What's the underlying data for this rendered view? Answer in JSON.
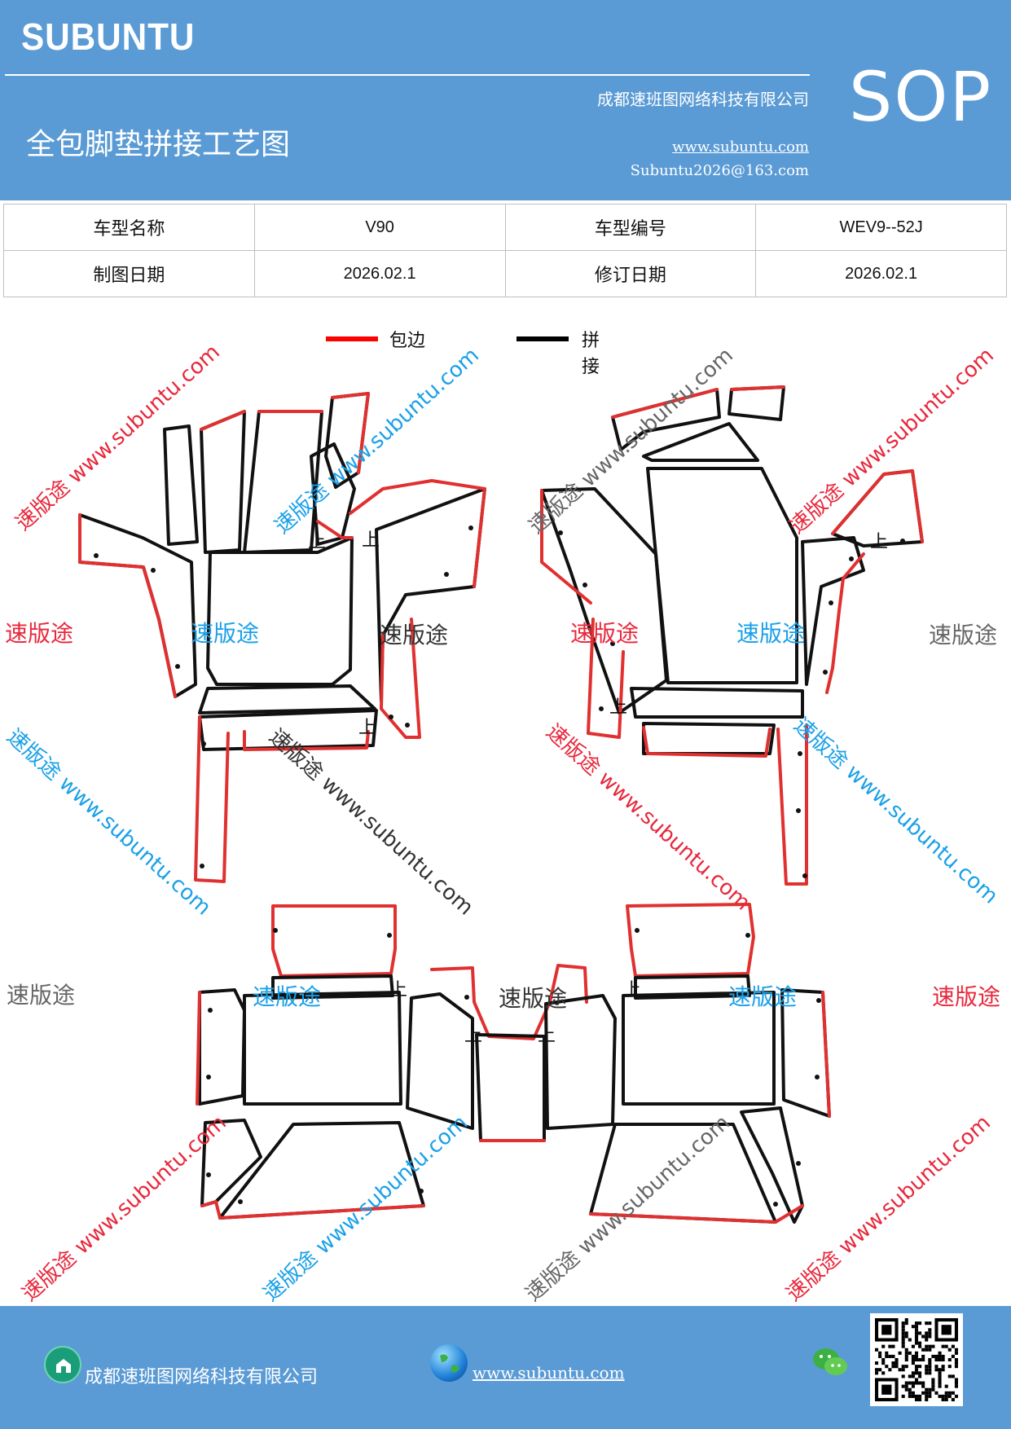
{
  "header": {
    "brand": "SUBUNTU",
    "company": "成都速班图网络科技有限公司",
    "title": "全包脚垫拼接工艺图",
    "website": "www.subuntu.com",
    "email": "Subuntu2026@163.com",
    "badge": "SOP"
  },
  "info": {
    "row1": {
      "label1": "车型名称",
      "value1": "V90",
      "label2": "车型编号",
      "value2": "WEV9--52J"
    },
    "row2": {
      "label1": "制图日期",
      "value1": "2026.02.1",
      "label2": "修订日期",
      "value2": "2026.02.1"
    }
  },
  "legend": {
    "edge_label": "包边",
    "edge_color": "#ff0000",
    "joint_label": "拼接",
    "joint_color": "#000000"
  },
  "diagram": {
    "up_mark": "上",
    "outline_red": "#e03030",
    "outline_black": "#111111"
  },
  "watermarks": {
    "brand_text": "速版途",
    "url_text": "速版途 www.subuntu.com",
    "url_text_plain": "www.subuntu.com",
    "colors": {
      "red": "#e8283c",
      "blue": "#1aa0e8",
      "gray": "#666666"
    }
  },
  "footer": {
    "company": "成都速班图网络科技有限公司",
    "website": "www.subuntu.com",
    "icons": [
      "house-icon",
      "globe-icon",
      "wechat-icon",
      "qr-code"
    ]
  }
}
